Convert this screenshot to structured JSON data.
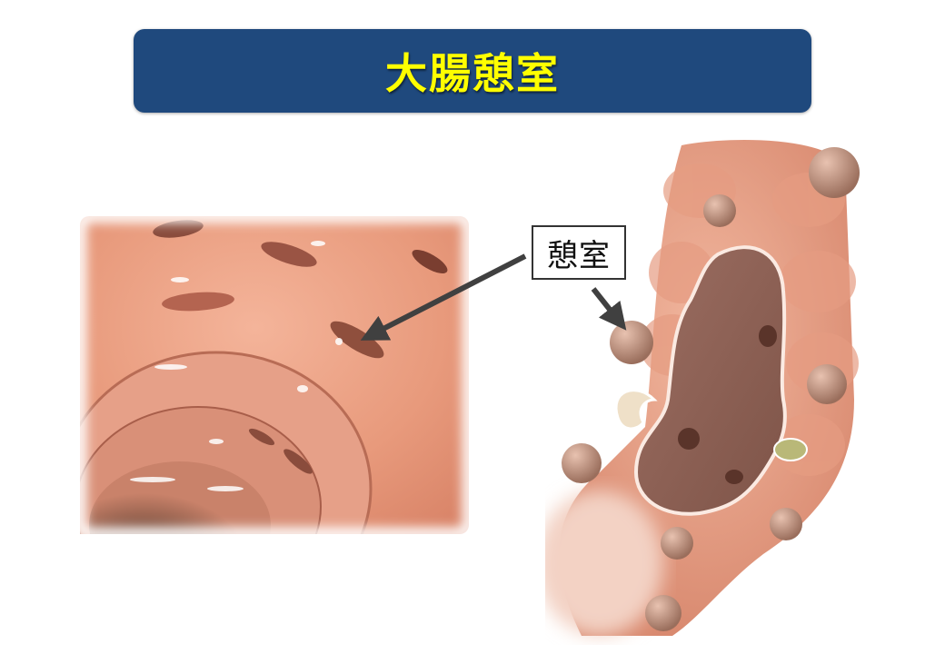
{
  "slide": {
    "title": "大腸憩室",
    "colors": {
      "title_bar_bg": "#1f497d",
      "title_text": "#ffff00",
      "arrow": "#404040",
      "label_border": "#333333"
    }
  },
  "left_panel": {
    "image": "endoscopic-photo-colon-diverticula",
    "arrow_target": "diverticulum-opening"
  },
  "right_panel": {
    "image": "illustration-colon-cutaway-diverticula",
    "label": "憩室"
  }
}
